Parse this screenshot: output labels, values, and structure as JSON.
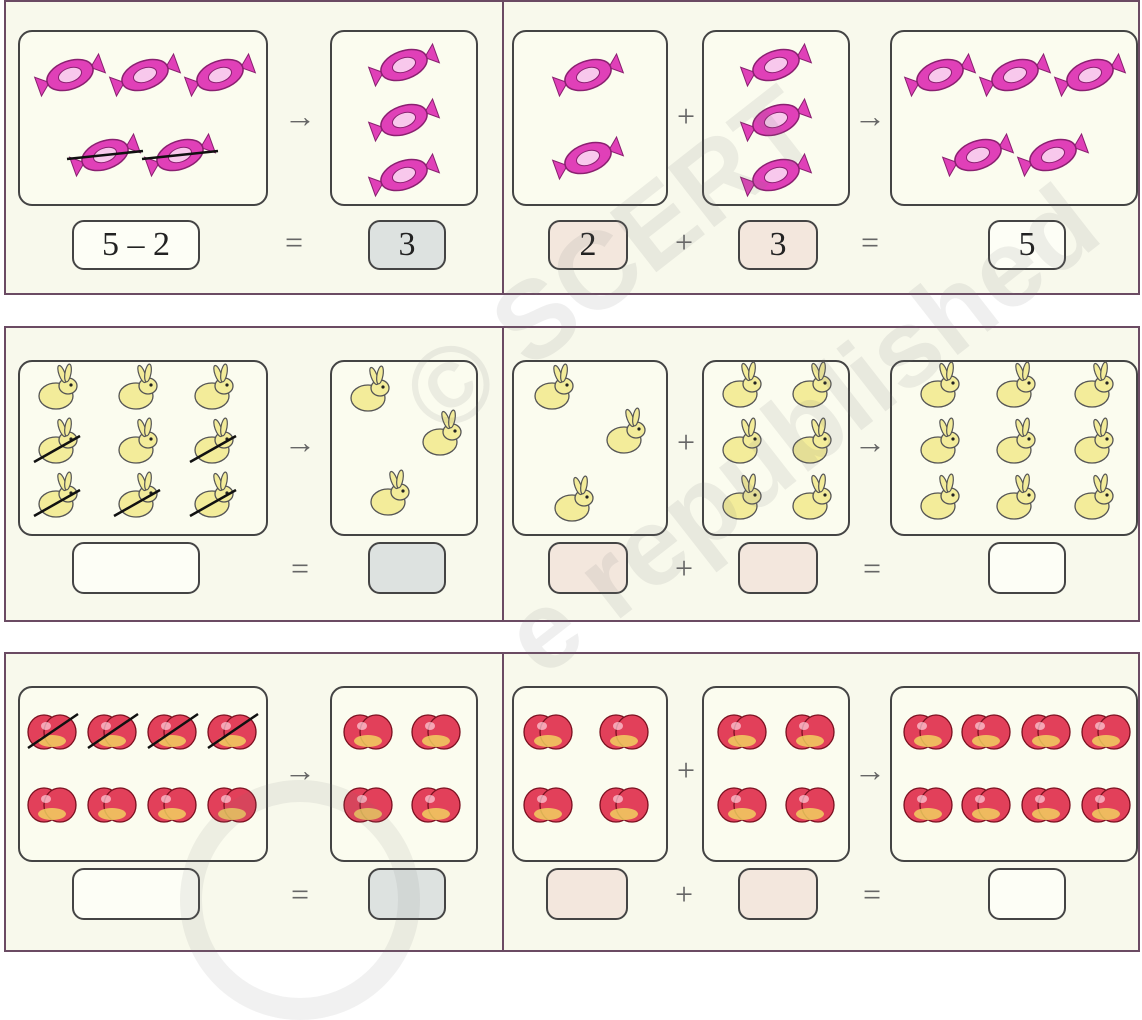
{
  "symbols": {
    "arrow": "→",
    "plus": "+",
    "equals": "="
  },
  "row1": {
    "left_expression": "5 – 2",
    "left_result": "3",
    "right_addend1": "2",
    "right_addend2": "3",
    "right_sum": "5"
  },
  "row2": {
    "left_expression": "",
    "left_result": "",
    "right_addend1": "",
    "right_addend2": "",
    "right_sum": ""
  },
  "row3": {
    "left_expression": "",
    "left_result": "",
    "right_addend1": "",
    "right_addend2": "",
    "right_sum": ""
  },
  "items": {
    "row1": "candy-icon",
    "row2": "rabbit-icon",
    "row3": "apple-icon"
  },
  "watermark": {
    "line1": "© SCERT",
    "line2": "e republished"
  },
  "colors": {
    "panel": "#f8f9ec",
    "border": "#6b4b63",
    "result_box": "#dde2e0",
    "addend_box": "#f3e7dd",
    "candy": "#e040b8",
    "rabbit": "#f3ec9a",
    "apple": "#e2405a"
  }
}
